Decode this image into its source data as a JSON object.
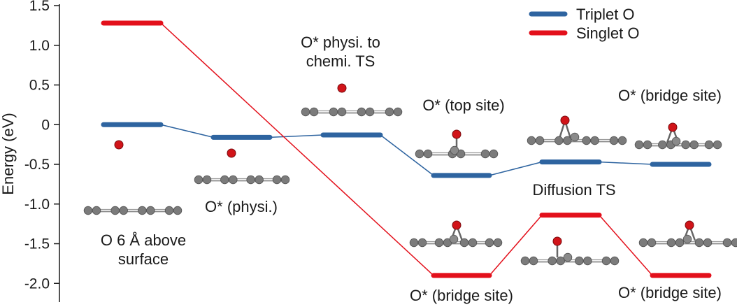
{
  "chart_data": {
    "type": "line",
    "title": "",
    "xlabel": "",
    "ylabel": "Energy (eV)",
    "ylim": [
      -2.15,
      1.5
    ],
    "yticks": [
      1.5,
      1.0,
      0.5,
      0,
      -0.5,
      -1.0,
      -1.5,
      -2.0
    ],
    "ytick_labels": [
      "1.5",
      "1.0",
      "0.5",
      "0",
      "-0.5",
      "-1.0",
      "-1.5",
      "-2.0"
    ],
    "grid": false,
    "legend_position": "top-right",
    "series": [
      {
        "name": "Triplet O",
        "color": "#2e64a0",
        "levels": [
          0.0,
          -0.16,
          -0.13,
          -0.64,
          -0.47,
          -0.5
        ]
      },
      {
        "name": "Singlet O",
        "color": "#e3101b",
        "levels": [
          1.28,
          null,
          null,
          -1.9,
          -1.14,
          -1.9
        ]
      }
    ],
    "annotations": [
      {
        "lines": [
          "O 6 Å above",
          "surface"
        ]
      },
      {
        "lines": [
          "O* (physi.)"
        ]
      },
      {
        "lines": [
          "O* physi. to",
          "chemi. TS"
        ]
      },
      {
        "lines": [
          "O* (top site)"
        ]
      },
      {
        "lines": [
          "O* (bridge site)"
        ]
      },
      {
        "lines": [
          "O* (bridge site)"
        ]
      },
      {
        "lines": [
          "Diffusion TS"
        ]
      },
      {
        "lines": [
          "O* (bridge site)"
        ]
      }
    ]
  }
}
